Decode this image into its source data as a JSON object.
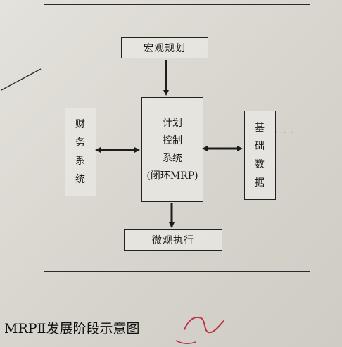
{
  "diagram": {
    "top_box": "宏观规划",
    "left_box": [
      "财",
      "务",
      "系",
      "统"
    ],
    "right_box": [
      "基",
      "础",
      "数",
      "据"
    ],
    "center_box": [
      "计划",
      "控制",
      "系统",
      "(闭环MRP)"
    ],
    "bottom_box": "微观执行"
  },
  "caption": "MRPⅡ发展阶段示意图",
  "colors": {
    "ink": "#1c1c1c",
    "pen": "#c2314a",
    "paper": "#dedbd4"
  }
}
